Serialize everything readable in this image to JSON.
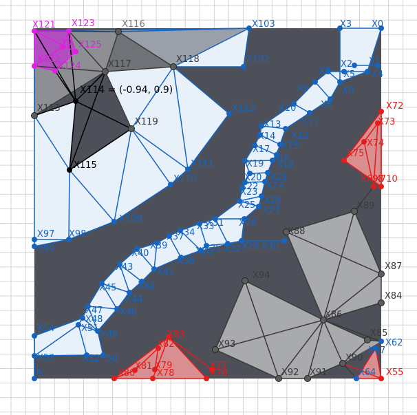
{
  "diagram": {
    "colors": {
      "board": "#4d5058",
      "blue": "#1565c0",
      "blue_fill": "#e8f0fa",
      "dark": "#3a3a3a",
      "gray_fill": "#a8aaae",
      "red": "#e51c1c",
      "red_fill": "#d98f8f",
      "magenta": "#e020e0",
      "magenta_fill": "#b14fc1",
      "black": "#000000",
      "grid": "#d3d3d3",
      "label_gray": "#7a7a7a"
    },
    "coordinate_readout": "X114 = (-0.94, 0.9)",
    "points": [
      {
        "id": "X0",
        "label": "X0",
        "color": "blue"
      },
      {
        "id": "X1",
        "label": "X1",
        "color": "blue"
      },
      {
        "id": "X2",
        "label": "X2",
        "color": "blue"
      },
      {
        "id": "X3",
        "label": "X3",
        "color": "blue"
      },
      {
        "id": "X4",
        "label": "X4",
        "color": "blue"
      },
      {
        "id": "X5",
        "label": "X5",
        "color": "blue"
      },
      {
        "id": "X6",
        "label": "X6",
        "color": "blue"
      },
      {
        "id": "X7",
        "label": "X7",
        "color": "blue"
      },
      {
        "id": "X8",
        "label": "X8",
        "color": "blue"
      },
      {
        "id": "X9",
        "label": "X9",
        "color": "blue"
      },
      {
        "id": "X10",
        "label": "X10",
        "color": "blue"
      },
      {
        "id": "X11",
        "label": "X11",
        "color": "blue"
      },
      {
        "id": "X12",
        "label": "X12",
        "color": "blue"
      },
      {
        "id": "X13",
        "label": "X13",
        "color": "blue"
      },
      {
        "id": "X14",
        "label": "X14",
        "color": "blue"
      },
      {
        "id": "X15",
        "label": "X15",
        "color": "blue"
      },
      {
        "id": "X16",
        "label": "X16",
        "color": "blue"
      },
      {
        "id": "X17",
        "label": "X17",
        "color": "blue"
      },
      {
        "id": "X18",
        "label": "X18",
        "color": "blue"
      },
      {
        "id": "X19",
        "label": "X19",
        "color": "blue"
      },
      {
        "id": "X20",
        "label": "X20",
        "color": "blue"
      },
      {
        "id": "X21",
        "label": "X21",
        "color": "blue"
      },
      {
        "id": "X22",
        "label": "X22",
        "color": "blue"
      },
      {
        "id": "X23",
        "label": "X23",
        "color": "blue"
      },
      {
        "id": "X24",
        "label": "X24",
        "color": "blue"
      },
      {
        "id": "X25",
        "label": "X25",
        "color": "blue"
      },
      {
        "id": "X26",
        "label": "X26",
        "color": "blue"
      },
      {
        "id": "X27",
        "label": "X27",
        "color": "blue"
      },
      {
        "id": "X28",
        "label": "X28",
        "color": "blue"
      },
      {
        "id": "X29",
        "label": "X29",
        "color": "blue"
      },
      {
        "id": "X30",
        "label": "X30",
        "color": "blue"
      },
      {
        "id": "X31",
        "label": "X31",
        "color": "blue"
      },
      {
        "id": "X32",
        "label": "X32",
        "color": "blue"
      },
      {
        "id": "X33",
        "label": "X33",
        "color": "blue"
      },
      {
        "id": "X34",
        "label": "X34",
        "color": "blue"
      },
      {
        "id": "X35",
        "label": "X35",
        "color": "blue"
      },
      {
        "id": "X36",
        "label": "X36",
        "color": "blue"
      },
      {
        "id": "X37",
        "label": "X37",
        "color": "blue"
      },
      {
        "id": "X38",
        "label": "X38",
        "color": "blue"
      },
      {
        "id": "X39",
        "label": "X39",
        "color": "blue"
      },
      {
        "id": "X40",
        "label": "X40",
        "color": "blue"
      },
      {
        "id": "X41",
        "label": "X41",
        "color": "blue"
      },
      {
        "id": "X42",
        "label": "X42",
        "color": "blue"
      },
      {
        "id": "X43",
        "label": "X43",
        "color": "blue"
      },
      {
        "id": "X44",
        "label": "X44",
        "color": "blue"
      },
      {
        "id": "X45",
        "label": "X45",
        "color": "blue"
      },
      {
        "id": "X46",
        "label": "X46",
        "color": "blue"
      },
      {
        "id": "X47",
        "label": "X47",
        "color": "blue"
      },
      {
        "id": "X48",
        "label": "X48",
        "color": "blue"
      },
      {
        "id": "X49",
        "label": "X49",
        "color": "blue"
      },
      {
        "id": "X50",
        "label": "50",
        "color": "blue"
      },
      {
        "id": "X51",
        "label": "X51",
        "color": "blue"
      },
      {
        "id": "X52",
        "label": "X52",
        "color": "blue"
      },
      {
        "id": "X53",
        "label": "X53",
        "color": "blue"
      },
      {
        "id": "X54",
        "label": "X54",
        "color": "blue"
      },
      {
        "id": "X55",
        "label": "X55",
        "color": "red"
      },
      {
        "id": "A",
        "label": "A",
        "color": "blue"
      },
      {
        "id": "X62",
        "label": "X62",
        "color": "blue"
      },
      {
        "id": "X64",
        "label": "X64",
        "color": "blue"
      },
      {
        "id": "X67",
        "label": "X67",
        "color": "blue"
      },
      {
        "id": "X72",
        "label": "X72",
        "color": "red"
      },
      {
        "id": "X73",
        "label": "X73",
        "color": "red"
      },
      {
        "id": "X74",
        "label": "X74",
        "color": "red"
      },
      {
        "id": "X75",
        "label": "X75",
        "color": "red"
      },
      {
        "id": "X76",
        "label": "X76",
        "color": "red"
      },
      {
        "id": "X77",
        "label": "X77",
        "color": "red"
      },
      {
        "id": "X78",
        "label": "X78",
        "color": "red"
      },
      {
        "id": "X79",
        "label": "X79",
        "color": "red"
      },
      {
        "id": "X80",
        "label": "X80",
        "color": "red"
      },
      {
        "id": "X81",
        "label": "X81",
        "color": "red"
      },
      {
        "id": "X82",
        "label": "X82",
        "color": "red"
      },
      {
        "id": "X83",
        "label": "X83",
        "color": "red"
      },
      {
        "id": "X84",
        "label": "X84",
        "color": "dark"
      },
      {
        "id": "X85",
        "label": "X85",
        "color": "dark"
      },
      {
        "id": "X86",
        "label": "X86",
        "color": "dark"
      },
      {
        "id": "X87",
        "label": "X87",
        "color": "dark"
      },
      {
        "id": "X88",
        "label": "X88",
        "color": "dark"
      },
      {
        "id": "X89",
        "label": "X89",
        "color": "dark"
      },
      {
        "id": "X90",
        "label": "X90",
        "color": "dark"
      },
      {
        "id": "X91",
        "label": "X91",
        "color": "dark"
      },
      {
        "id": "X92",
        "label": "X92",
        "color": "dark"
      },
      {
        "id": "X93",
        "label": "X93",
        "color": "dark"
      },
      {
        "id": "X94",
        "label": "X94",
        "color": "dark"
      },
      {
        "id": "X97",
        "label": "X97",
        "color": "blue"
      },
      {
        "id": "X98",
        "label": "X98",
        "color": "blue"
      },
      {
        "id": "X99",
        "label": "X99",
        "color": "blue"
      },
      {
        "id": "X102",
        "label": "X102",
        "color": "blue"
      },
      {
        "id": "X103",
        "label": "X103",
        "color": "blue"
      },
      {
        "id": "X109",
        "label": "X109",
        "color": "blue"
      },
      {
        "id": "X110",
        "label": "X110",
        "color": "blue"
      },
      {
        "id": "X111",
        "label": "X111",
        "color": "blue"
      },
      {
        "id": "X112",
        "label": "X112",
        "color": "blue"
      },
      {
        "id": "X113",
        "label": "X113",
        "color": "dark"
      },
      {
        "id": "X114",
        "label": "",
        "color": "black"
      },
      {
        "id": "X115",
        "label": "X115",
        "color": "black"
      },
      {
        "id": "X116",
        "label": "X116",
        "color": "dark"
      },
      {
        "id": "X117",
        "label": "X117",
        "color": "dark"
      },
      {
        "id": "X118",
        "label": "X118",
        "color": "dark"
      },
      {
        "id": "X119",
        "label": "X119",
        "color": "dark"
      },
      {
        "id": "X121",
        "label": "X121",
        "color": "magenta"
      },
      {
        "id": "X122",
        "label": "X122",
        "color": "magenta"
      },
      {
        "id": "X123",
        "label": "X123",
        "color": "magenta"
      },
      {
        "id": "X124",
        "label": "X124",
        "color": "magenta"
      },
      {
        "id": "X125",
        "label": "X125",
        "color": "magenta"
      },
      {
        "id": "X10b",
        "label": "10",
        "color": "magenta"
      },
      {
        "id": "X698",
        "label": "X698",
        "color": "red"
      },
      {
        "id": "X710",
        "label": "X710",
        "color": "red"
      }
    ]
  }
}
